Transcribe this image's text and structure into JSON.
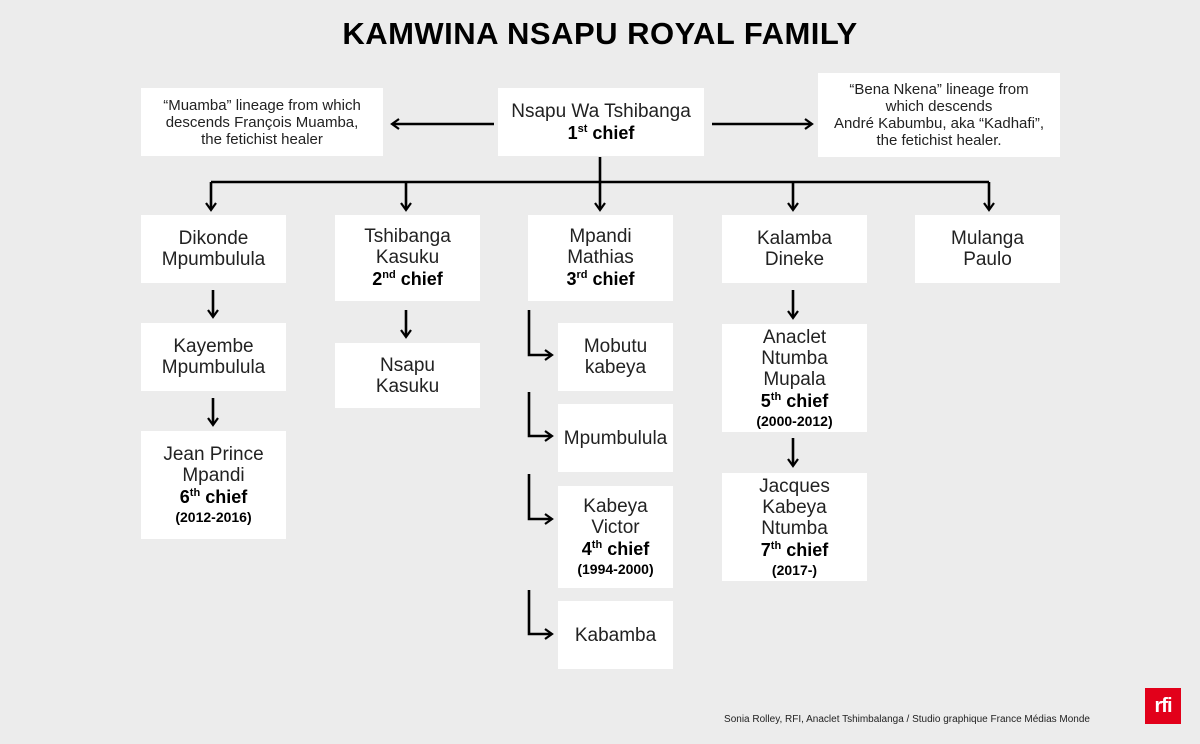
{
  "title": "KAMWINA NSAPU ROYAL FAMILY",
  "root": {
    "name": "Nsapu Wa Tshibanga",
    "chief_num": "1",
    "chief_suffix": "st",
    "chief_word": "chief"
  },
  "left_note": {
    "lines": [
      "“Muamba” lineage from which",
      "descends François Muamba,",
      "the fetichist healer"
    ]
  },
  "right_note": {
    "lines": [
      "“Bena Nkena” lineage from",
      "which descends",
      "André Kabumbu, aka “Kadhafi”,",
      "the fetichist healer."
    ]
  },
  "nodes": {
    "dikonde": {
      "lines": [
        "Dikonde",
        "Mpumbulula"
      ]
    },
    "kayembe": {
      "lines": [
        "Kayembe",
        "Mpumbulula"
      ]
    },
    "jean": {
      "lines": [
        "Jean Prince",
        "Mpandi"
      ],
      "chief_num": "6",
      "chief_suffix": "th",
      "chief_word": "chief",
      "years": "(2012-2016)"
    },
    "tshibanga": {
      "lines": [
        "Tshibanga",
        "Kasuku"
      ],
      "chief_num": "2",
      "chief_suffix": "nd",
      "chief_word": "chief"
    },
    "nsapu_kasuku": {
      "lines": [
        "Nsapu",
        "Kasuku"
      ]
    },
    "mpandi": {
      "lines": [
        "Mpandi",
        "Mathias"
      ],
      "chief_num": "3",
      "chief_suffix": "rd",
      "chief_word": "chief"
    },
    "mobutu": {
      "lines": [
        "Mobutu",
        "kabeya"
      ]
    },
    "mpumbulula": {
      "lines": [
        "Mpumbulula"
      ]
    },
    "kabeya_victor": {
      "lines": [
        "Kabeya",
        "Victor"
      ],
      "chief_num": "4",
      "chief_suffix": "th",
      "chief_word": "chief",
      "years": "(1994-2000)"
    },
    "kabamba": {
      "lines": [
        "Kabamba"
      ]
    },
    "kalamba": {
      "lines": [
        "Kalamba",
        "Dineke"
      ]
    },
    "anaclet": {
      "lines": [
        "Anaclet",
        "Ntumba Mupala"
      ],
      "chief_num": "5",
      "chief_suffix": "th",
      "chief_word": "chief",
      "years": "(2000-2012)"
    },
    "jacques": {
      "lines": [
        "Jacques",
        "Kabeya Ntumba"
      ],
      "chief_num": "7",
      "chief_suffix": "th",
      "chief_word": "chief",
      "years": "(2017-)"
    },
    "mulanga": {
      "lines": [
        "Mulanga",
        "Paulo"
      ]
    }
  },
  "credit": "Sonia Rolley, RFI, Anaclet Tshimbalanga / Studio graphique France Médias Monde",
  "logo_text": "rfi",
  "colors": {
    "background": "#ececec",
    "box": "#ffffff",
    "lines": "#000000",
    "logo": "#e2001a"
  }
}
